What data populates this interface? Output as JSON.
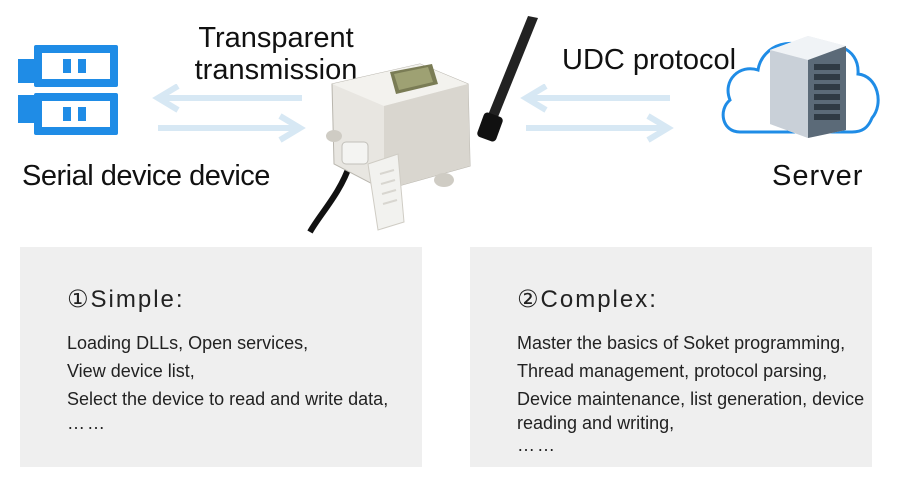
{
  "header": {
    "transparent_label_line1": "Transparent",
    "transparent_label_line2": "transmission",
    "udc_label": "UDC protocol",
    "serial_label": "Serial device device",
    "server_label": "Server"
  },
  "panels": {
    "simple": {
      "title": "①Simple:",
      "lines": [
        "Loading DLLs, Open services,",
        "View device list,",
        "Select the device to read and write data,",
        "……"
      ]
    },
    "complex": {
      "title": "②Complex:",
      "lines": [
        "Master the basics of Soket programming,",
        "Thread management, protocol parsing,",
        "Device maintenance, list generation, device reading and writing,",
        "……"
      ]
    }
  },
  "colors": {
    "accent_blue": "#1f8ce6",
    "arrow_light": "#d7e8f4",
    "panel_bg": "#efefef"
  },
  "icons": {
    "serial": "serial-device-icon",
    "server": "cloud-server-icon",
    "device": "wireless-sensor-device"
  }
}
